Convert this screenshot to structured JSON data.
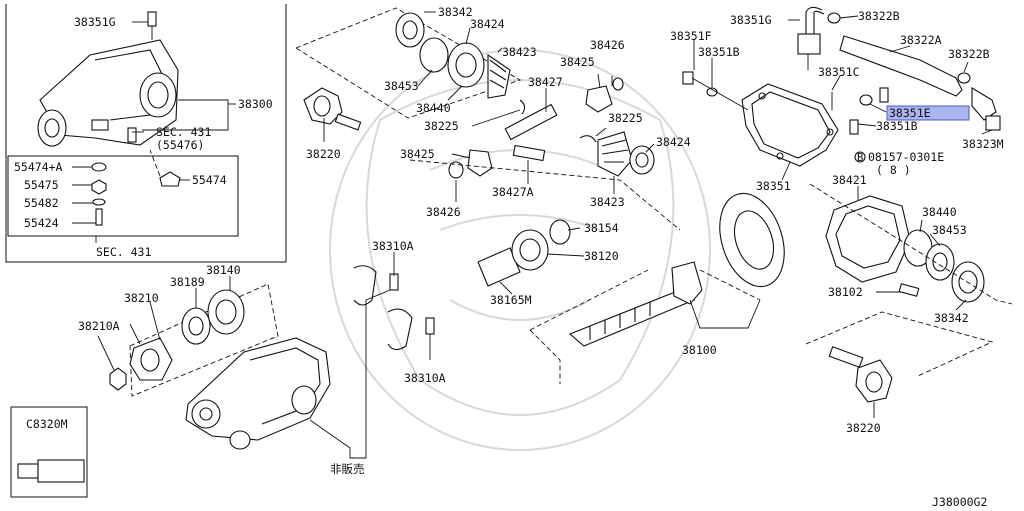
{
  "diagram": {
    "code": "J38000G2",
    "highlight_color": "#aab6ee",
    "labels": {
      "l38351G": "38351G",
      "l38300": "38300",
      "lsec431a": "SEC. 431",
      "l55476": "(55476)",
      "l55474A": "55474+A",
      "l55475": "55475",
      "l55474": "55474",
      "l55482": "55482",
      "l55424": "55424",
      "lsec431b": "SEC. 431",
      "l38342a": "38342",
      "l38424a": "38424",
      "l38423a": "38423",
      "l38453a": "38453",
      "l38440a": "38440",
      "l38426a": "38426",
      "l38425a": "38425",
      "l38427": "38427",
      "l38225a": "38225",
      "l38220a": "38220",
      "l38225b": "38225",
      "l38425b": "38425",
      "l38424b": "38424",
      "l38426b": "38426",
      "l38427A": "38427A",
      "l38423b": "38423",
      "l38351Ga": "38351G",
      "l38322Ba": "38322B",
      "l38351F": "38351F",
      "l38351Ba": "38351B",
      "l38322A": "38322A",
      "l38322Bb": "38322B",
      "l38351C": "38351C",
      "l38351E": "38351E",
      "l38351Bb": "38351B",
      "l38323M": "38323M",
      "l08157": "08157-0301E",
      "l08157q": "( 8 )",
      "l38351": "38351",
      "l38421": "38421",
      "l38440b": "38440",
      "l38453b": "38453",
      "l38102": "38102",
      "l38342b": "38342",
      "l38310Aa": "38310A",
      "l38154": "38154",
      "l38120": "38120",
      "l38165M": "38165M",
      "l38140": "38140",
      "l38189": "38189",
      "l38210": "38210",
      "l38210A": "38210A",
      "l38100": "38100",
      "l38310Ab": "38310A",
      "l38220b": "38220",
      "lC8320M": "C8320M",
      "lnotsold": "非販売"
    }
  }
}
